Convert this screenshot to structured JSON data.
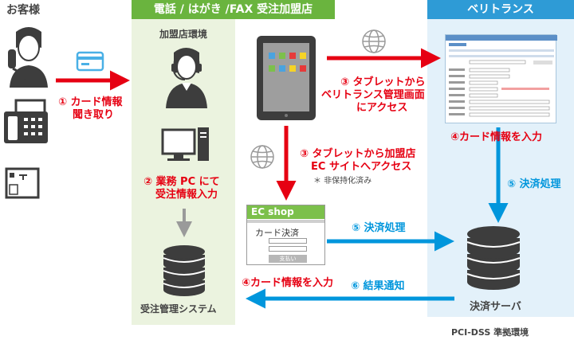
{
  "zones": {
    "customer_title": "お客様",
    "store_header": "電話 / はがき /FAX 受注加盟店",
    "store_env": "加盟店環境",
    "veritrans_header": "ベリトランス",
    "pci": "PCI-DSS 準拠環境"
  },
  "steps": {
    "s1_line1": "① カード情報",
    "s1_line2": "聞き取り",
    "s2_line1": "② 業務 PC にて",
    "s2_line2": "受注情報入力",
    "s3a_line1": "③ タブレットから",
    "s3a_line2": "ベリトランス管理画面",
    "s3a_line3": "にアクセス",
    "s3b_line1": "③ タブレットから加盟店",
    "s3b_line2": "EC サイトへアクセス",
    "s3b_note": "＊ 非保持化済み",
    "s4_right": "④カード情報を入力",
    "s4_left": "④カード情報を入力",
    "s5_right": "⑤ 決済処理",
    "s5_mid": "⑤ 決済処理",
    "s6": "⑥ 結果通知"
  },
  "nodes": {
    "order_system": "受注管理システム",
    "payment_server": "決済サーバ",
    "ec_title": "EC shop",
    "ec_card": "カード決済",
    "ec_pay": "支払い"
  },
  "colors": {
    "red": "#e60012",
    "blue": "#0096dc",
    "green": "#6ab43e",
    "icon_grey": "#3d3d3d"
  }
}
